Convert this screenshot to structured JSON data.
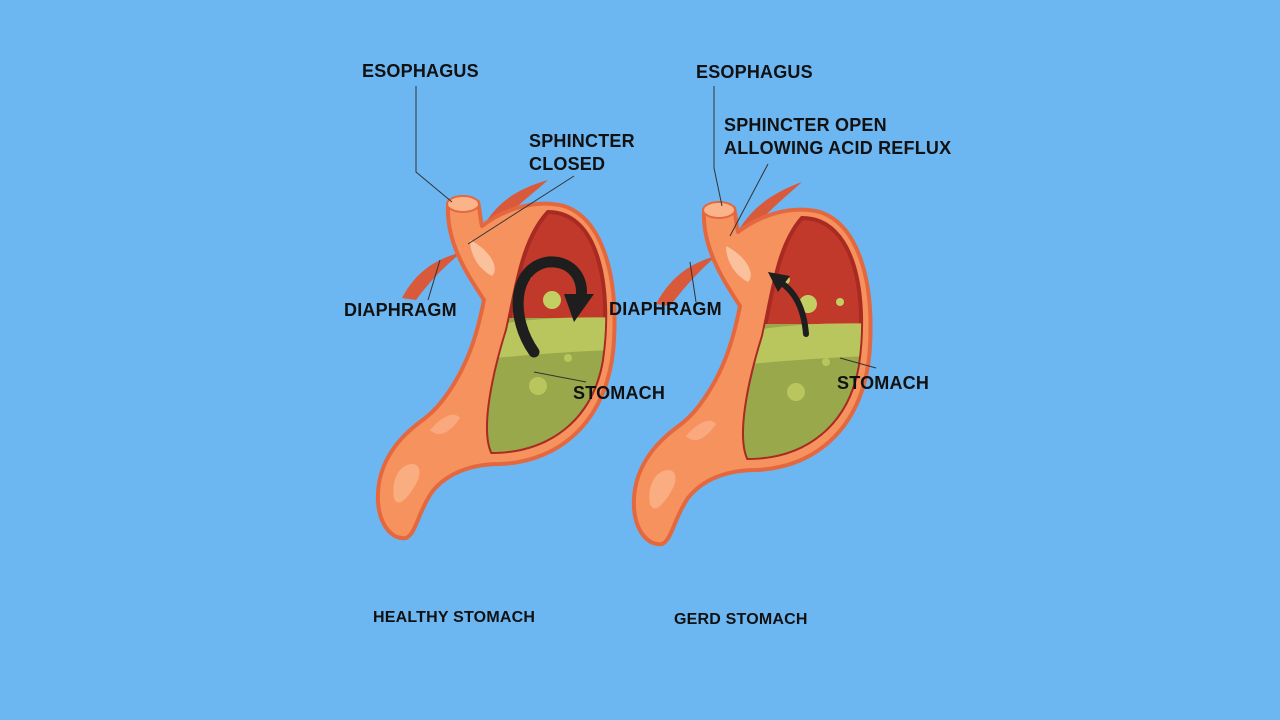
{
  "healthy": {
    "esophagus": "ESOPHAGUS",
    "sphincter_line1": "SPHINCTER",
    "sphincter_line2": "CLOSED",
    "diaphragm": "DIAPHRAGM",
    "stomach": "STOMACH",
    "caption": "HEALTHY STOMACH"
  },
  "gerd": {
    "esophagus": "ESOPHAGUS",
    "sphincter_line1": "SPHINCTER OPEN",
    "sphincter_line2": "ALLOWING ACID REFLUX",
    "diaphragm": "DIAPHRAGM",
    "stomach": "STOMACH",
    "caption": "GERD STOMACH"
  },
  "colors": {
    "background": "#6cb6f2",
    "stomach_wall": "#f5925e",
    "stomach_outline": "#e4683f",
    "interior": "#c1392b",
    "acid": "#98a84a",
    "acid_top": "#b9c65e",
    "diaphragm": "#d85a3b",
    "arrow": "#1e1e1e"
  }
}
